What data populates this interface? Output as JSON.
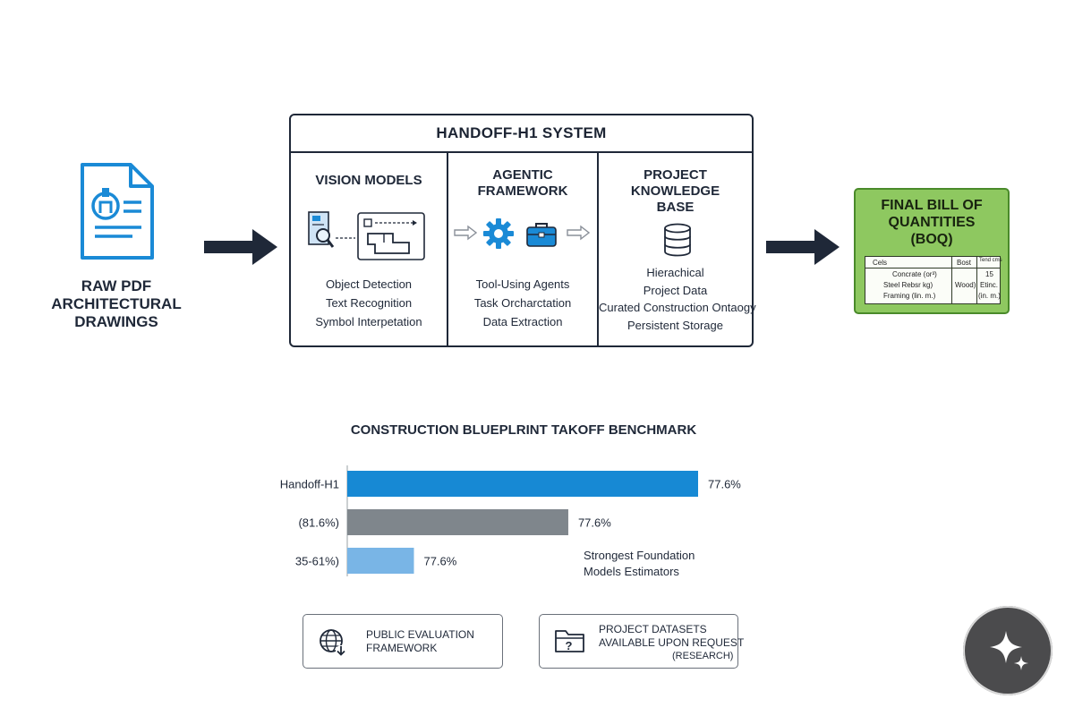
{
  "input": {
    "icon": "document-blueprint-icon",
    "label_lines": [
      "RAW PDF",
      "ARCHITECTURAL",
      "DRAWINGS"
    ]
  },
  "system": {
    "title": "HANDOFF-H1 SYSTEM",
    "columns": [
      {
        "id": "vision",
        "heading_lines": [
          "VISION MODELS"
        ],
        "icons": [
          "magnifier-document-icon",
          "floorplan-icon"
        ],
        "items": [
          "Object Detection",
          "Text Recognition",
          "Symbol Interpetation"
        ]
      },
      {
        "id": "agent",
        "heading_lines": [
          "AGENTIC",
          "FRAMEWORK"
        ],
        "icons": [
          "gear-icon",
          "toolbox-icon"
        ],
        "items": [
          "Tool-Using Agents",
          "Task Orcharctation",
          "Data Extraction"
        ]
      },
      {
        "id": "kb",
        "heading_lines": [
          "PROJECT",
          "KNOWLEDGE",
          "BASE"
        ],
        "icons": [
          "database-icon"
        ],
        "items": [
          "Hierachical",
          "Project Data",
          "Curated Construction Ontaogy",
          "Persistent Storage"
        ]
      }
    ]
  },
  "output": {
    "title_lines": [
      "FINAL BILL OF",
      "QUANTITIES",
      "(BOQ)"
    ],
    "table": {
      "headers": [
        "Cels",
        "Bost",
        "Tend cms"
      ],
      "rows": [
        "Concrate (or³)",
        "Steel Rebsr kg)",
        "Framing (lin. m.)"
      ],
      "mid_value": "Wood)",
      "right_values": [
        "15",
        "Etinc.",
        "(in. m.)"
      ]
    }
  },
  "chart_data": {
    "type": "bar",
    "orientation": "horizontal",
    "title": "CONSTRUCTION BLUEPLRINT TAKOFF BENCHMARK",
    "categories": [
      "Handoff-H1",
      "(81.6%)",
      "35-61%)"
    ],
    "values": [
      77.6,
      77.6,
      77.6
    ],
    "value_labels": [
      "77.6%",
      "77.6%",
      "77.6%"
    ],
    "bar_fractions": [
      1.0,
      0.63,
      0.19
    ],
    "colors": [
      "#1789d4",
      "#7f868c",
      "#79b5e6"
    ],
    "annotation_lines": [
      "Strongest Foundation",
      "Models Estimators"
    ]
  },
  "buttons": {
    "eval": {
      "icon": "globe-download-icon",
      "lines": [
        "PUBLIC EVALUATION",
        "FRAMEWORK"
      ]
    },
    "data": {
      "icon": "folder-question-icon",
      "lines": [
        "PROJECT DATASETS",
        "AVAILABLE UPON REQUEST",
        "(RESEARCH)"
      ]
    }
  },
  "fab": {
    "icon": "sparkle-icon"
  },
  "colors": {
    "accent_blue": "#1789d4",
    "ink": "#1f2838",
    "boq_green": "#8ec860"
  }
}
